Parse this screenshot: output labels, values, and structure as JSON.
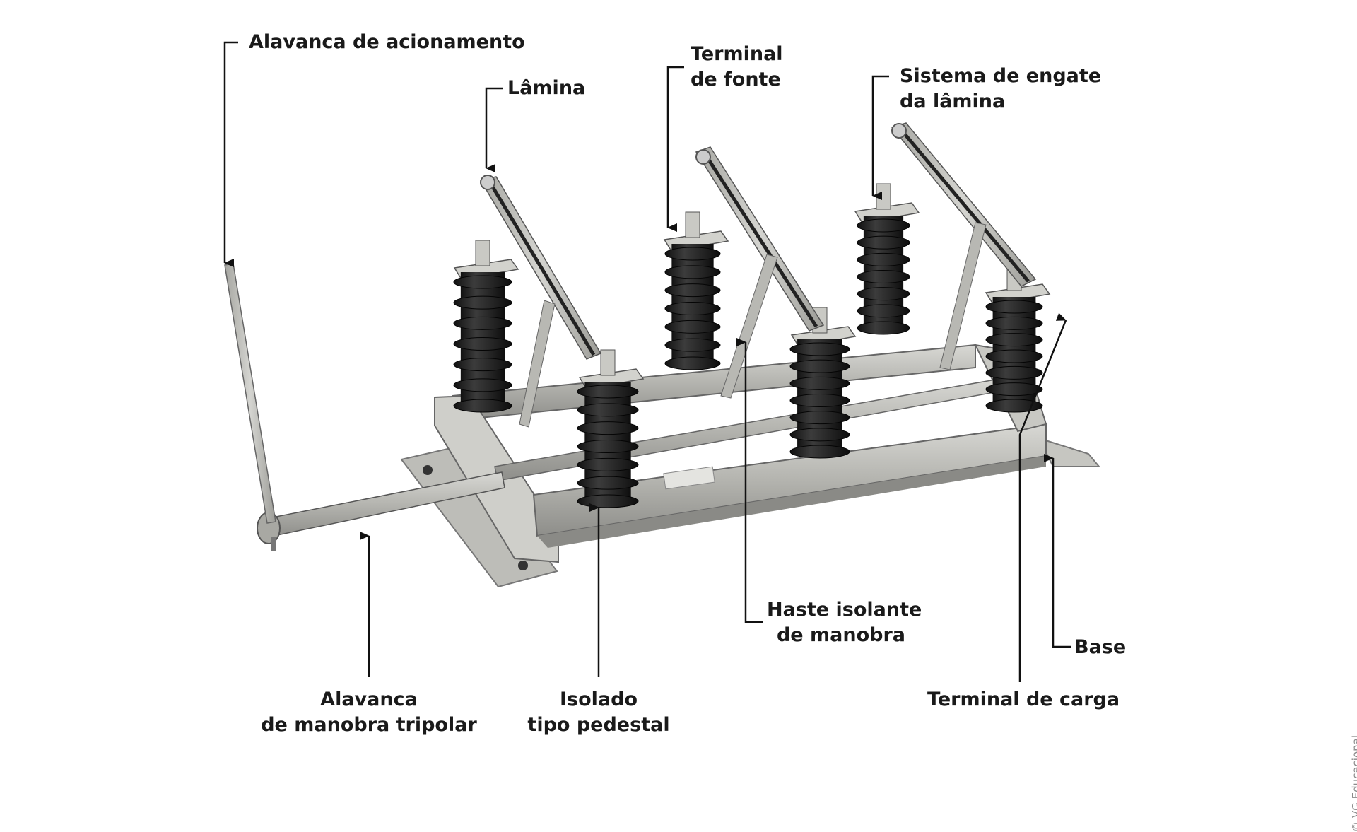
{
  "labels": {
    "alavanca_acionamento": "Alavanca de acionamento",
    "lamina": "Lâmina",
    "terminal_fonte": [
      "Terminal",
      "de fonte"
    ],
    "sistema_engate": [
      "Sistema de engate",
      "da lâmina"
    ],
    "haste_isolante": [
      "Haste isolante",
      "de manobra"
    ],
    "base": "Base",
    "terminal_carga": "Terminal de carga",
    "alavanca_manobra": [
      "Alavanca",
      "de manobra tripolar"
    ],
    "isolado_pedestal": [
      "Isolado",
      "tipo pedestal"
    ]
  },
  "credit": "© VG Educacional",
  "colors": {
    "text": "#1a1a1a",
    "leader": "#111111",
    "metal": "#b9b9b4",
    "insulator": "#1e1e1e"
  }
}
